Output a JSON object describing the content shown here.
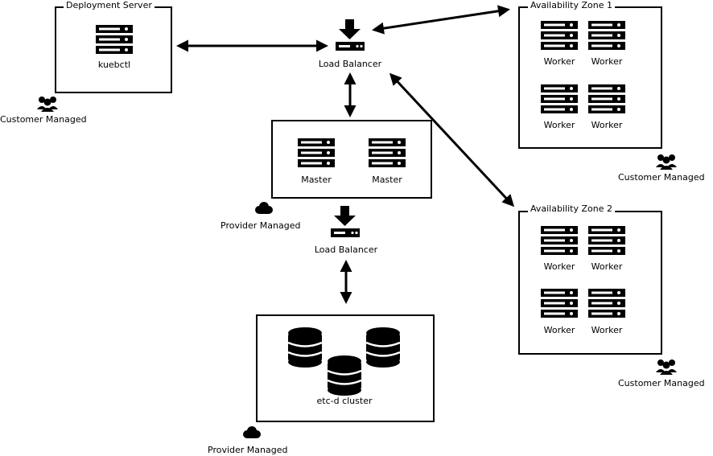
{
  "deployment_server": {
    "title": "Deployment Server",
    "tool": "kuebctl"
  },
  "customer_managed_label": "Customer Managed",
  "provider_managed_label": "Provider Managed",
  "load_balancer_label": "Load Balancer",
  "masters": [
    "Master",
    "Master"
  ],
  "zone1": {
    "title": "Availability Zone 1",
    "workers": [
      "Worker",
      "Worker",
      "Worker",
      "Worker"
    ]
  },
  "zone2": {
    "title": "Availability Zone 2",
    "workers": [
      "Worker",
      "Worker",
      "Worker",
      "Worker"
    ]
  },
  "etcd": {
    "label": "etc-d cluster"
  },
  "icons": {
    "server": "server-rack-icon",
    "load_balancer": "load-balancer-icon",
    "people": "people-group-icon",
    "cloud": "cloud-icon",
    "database": "database-icon"
  }
}
